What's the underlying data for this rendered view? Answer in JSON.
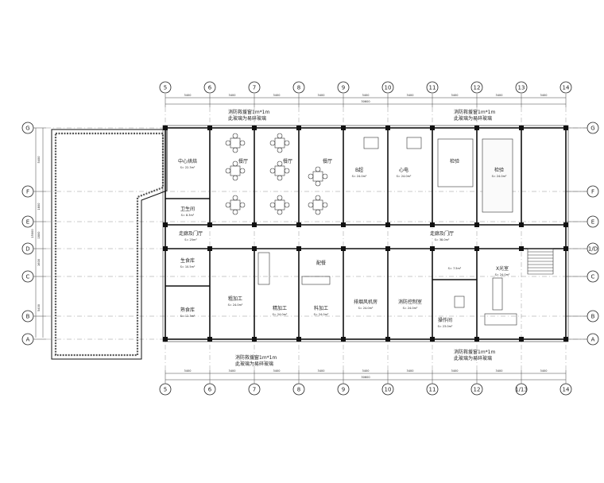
{
  "axes": {
    "top_numbers": [
      "5",
      "6",
      "7",
      "8",
      "9",
      "10",
      "11",
      "12",
      "13",
      "14"
    ],
    "bottom_numbers": [
      "5",
      "6",
      "7",
      "8",
      "9",
      "10",
      "11",
      "12",
      "1/13",
      "14"
    ],
    "left_letters": [
      "G",
      "F",
      "E",
      "D",
      "C",
      "B",
      "A"
    ],
    "right_letters": [
      "G",
      "F",
      "E",
      "1/D",
      "C",
      "B",
      "A"
    ]
  },
  "dimensions": {
    "top_spans": [
      "3400",
      "3400",
      "3400",
      "3400",
      "3400",
      "3400",
      "3400",
      "3400",
      "3400"
    ],
    "top_total": "30600",
    "bottom_spans": [
      "3400",
      "3400",
      "3400",
      "3400",
      "3400",
      "3400",
      "3400",
      "3400",
      "3400"
    ],
    "bottom_total": "30600",
    "left_spans": [
      "5400",
      "1800",
      "1800",
      "1600",
      "5400"
    ],
    "left_total": "15000"
  },
  "notes": {
    "fire_window_line1": "消防救援窗1m*1m",
    "fire_window_line2": "此玻璃为易碎玻璃"
  },
  "rooms": [
    {
      "id": "center-kitchen",
      "name": "中心烘焙",
      "area": "S= 22.3m²"
    },
    {
      "id": "dining-1",
      "name": "餐厅",
      "area": ""
    },
    {
      "id": "dining-2",
      "name": "餐厅",
      "area": ""
    },
    {
      "id": "dining-3",
      "name": "餐厅",
      "area": ""
    },
    {
      "id": "room-b",
      "name": "B超",
      "area": "S= 24.0m²"
    },
    {
      "id": "room-ecg",
      "name": "心电",
      "area": "S= 24.0m²"
    },
    {
      "id": "lab-1",
      "name": "检验",
      "area": ""
    },
    {
      "id": "lab-2",
      "name": "检验",
      "area": "S= 24.0m²"
    },
    {
      "id": "restroom",
      "name": "卫生间",
      "area": "S= 8.3m²"
    },
    {
      "id": "corridor-1",
      "name": "走廊及门厅",
      "area": "S= 25m²"
    },
    {
      "id": "corridor-2",
      "name": "走廊及门厅",
      "area": "S= 38.0m²"
    },
    {
      "id": "raw-storage",
      "name": "生食库",
      "area": "S= 10.5m²"
    },
    {
      "id": "cooked-storage",
      "name": "熟食库",
      "area": "S= 12.3m²"
    },
    {
      "id": "rough-processing",
      "name": "粗加工",
      "area": "S= 24.0m²"
    },
    {
      "id": "fine-processing",
      "name": "精加工",
      "area": "S= 24.0m²"
    },
    {
      "id": "material-processing",
      "name": "料加工",
      "area": "S= 24.0m²"
    },
    {
      "id": "serving",
      "name": "配餐",
      "area": ""
    },
    {
      "id": "exhaust-room",
      "name": "排烟风机房",
      "area": "S= 24.0m²"
    },
    {
      "id": "fire-control",
      "name": "消防控制室",
      "area": "S= 24.0m²"
    },
    {
      "id": "operation",
      "name": "操作间",
      "area": "S= 23.0m²"
    },
    {
      "id": "xray",
      "name": "X光室",
      "area": "S= 24.0m²"
    },
    {
      "id": "small-room",
      "name": "",
      "area": "S= 7.5m²"
    }
  ],
  "misc": {
    "room_code": "卫生间"
  }
}
